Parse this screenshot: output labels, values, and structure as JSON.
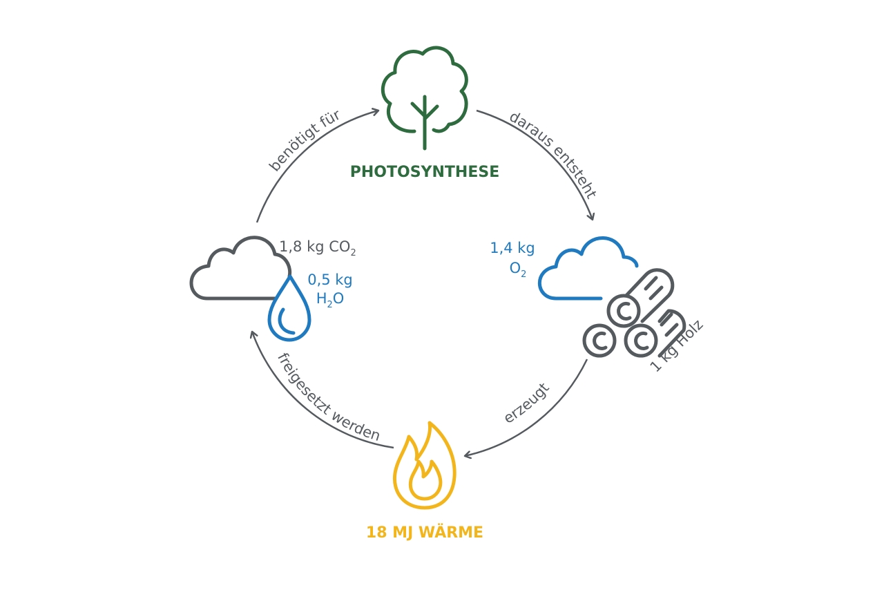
{
  "colors": {
    "green": "#2e6b3e",
    "blue": "#1f7ac0",
    "gray": "#555a5f",
    "yellow": "#f2b51c"
  },
  "cycle_labels": {
    "needed_for": "benötigt für",
    "results_in": "daraus entsteht",
    "produces": "erzeugt",
    "released": "freigesetzt werden"
  },
  "nodes": {
    "photosynthesis": "PHOTOSYNTHESE",
    "co2": {
      "prefix": "1,8 kg CO",
      "sub": "2"
    },
    "h2o": {
      "amount": "0,5 kg",
      "h": "H",
      "sub": "2",
      "o": "O"
    },
    "o2": {
      "amount": "1,4 kg",
      "o": "O",
      "sub": "2"
    },
    "wood": "1 kg Holz",
    "heat": "18 MJ WÄRME"
  },
  "icons": [
    "tree-icon",
    "cloud-icon",
    "water-drop-icon",
    "cloud-icon",
    "logs-icon",
    "flame-icon"
  ]
}
